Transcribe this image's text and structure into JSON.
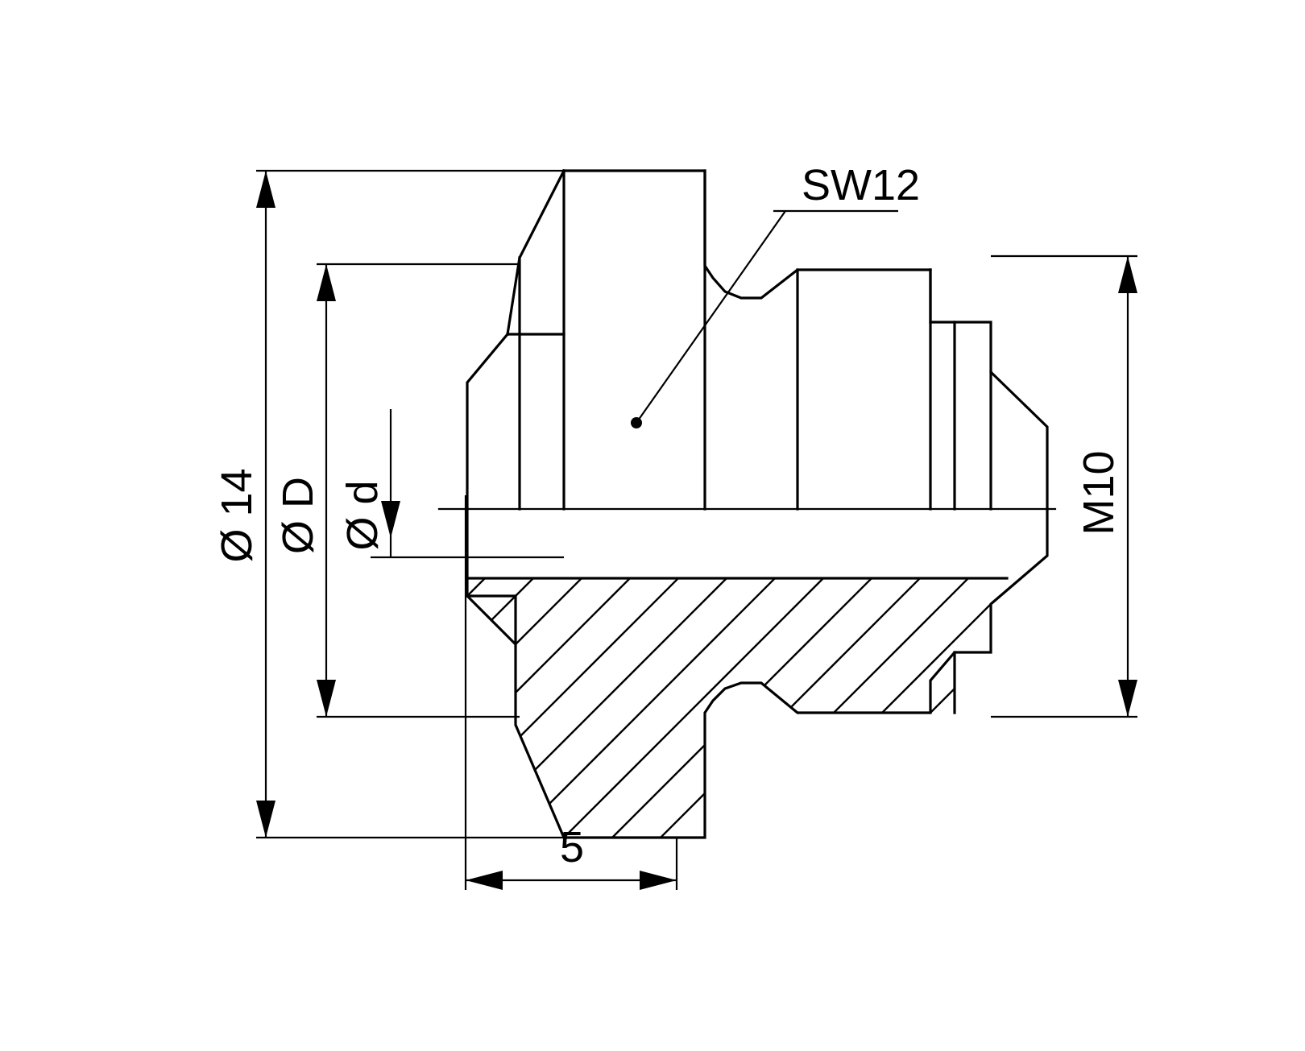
{
  "drawing": {
    "title": "Technical cross-section drawing of a threaded plug / fitting",
    "background_color": "#ffffff",
    "line_color": "#000000",
    "labels": {
      "sw": "SW12",
      "outer_diameter": "Ø 14",
      "diameter_D": "Ø D",
      "diameter_d": "Ø d",
      "thread": "M10",
      "length": "5"
    }
  },
  "chart_data": {
    "type": "table",
    "title": "Dimension callouts",
    "categories": [
      "Ø 14",
      "Ø D",
      "Ø d",
      "M10",
      "5",
      "SW12"
    ],
    "values": [
      14,
      null,
      null,
      10,
      5,
      12
    ],
    "xlabel": "",
    "ylabel": ""
  }
}
